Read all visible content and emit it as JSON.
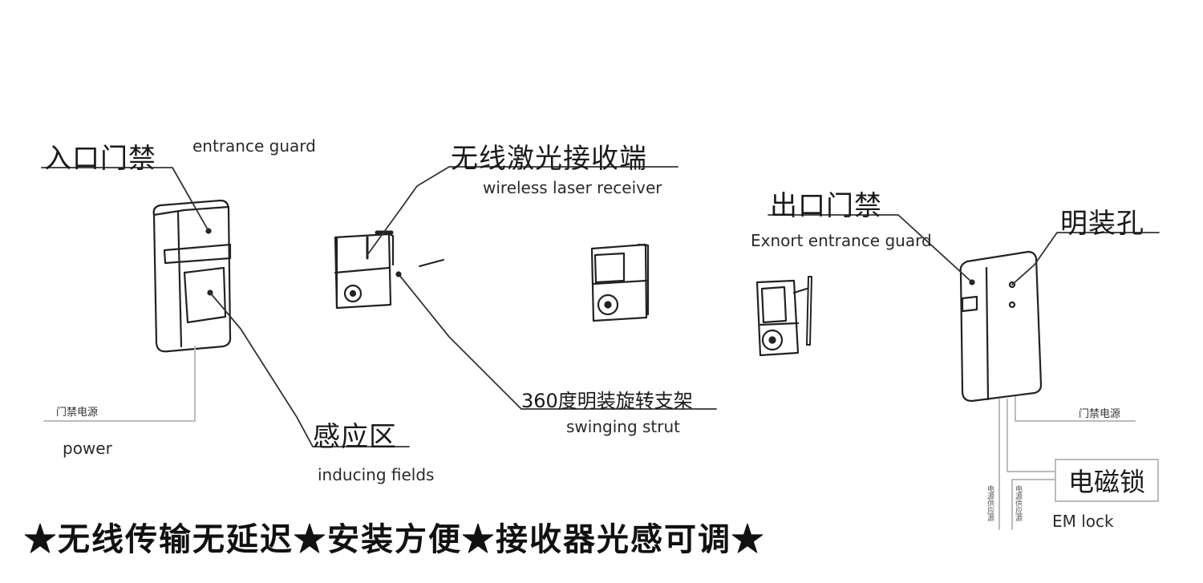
{
  "labels": {
    "entrance_guard_cn": "入口门禁",
    "entrance_guard_en": "entrance guard",
    "wireless_receiver_cn": "无线激光接收端",
    "wireless_receiver_en": "wireless laser receiver",
    "export_guard_cn": "出口门禁",
    "export_guard_en": "Exnort entrance guard",
    "mount_hole_cn": "明装孔",
    "power_cn_left": "门禁电源",
    "power_en": "power",
    "inducing_cn": "感应区",
    "inducing_en": "inducing fields",
    "strut_cn": "360度明装旋转支架",
    "strut_en": "swinging strut",
    "power_cn_right": "门禁电源",
    "emlock_cn": "电磁锁",
    "emlock_en": "EM lock",
    "wire_left": "电源供应源",
    "wire_right": "电源供应源"
  },
  "banner": "★无线传输无延迟★安装方便★接收器光感可调★",
  "colors": {
    "ink": "#1a1a1a",
    "leader": "#444444",
    "wire": "#bbbbbb"
  }
}
